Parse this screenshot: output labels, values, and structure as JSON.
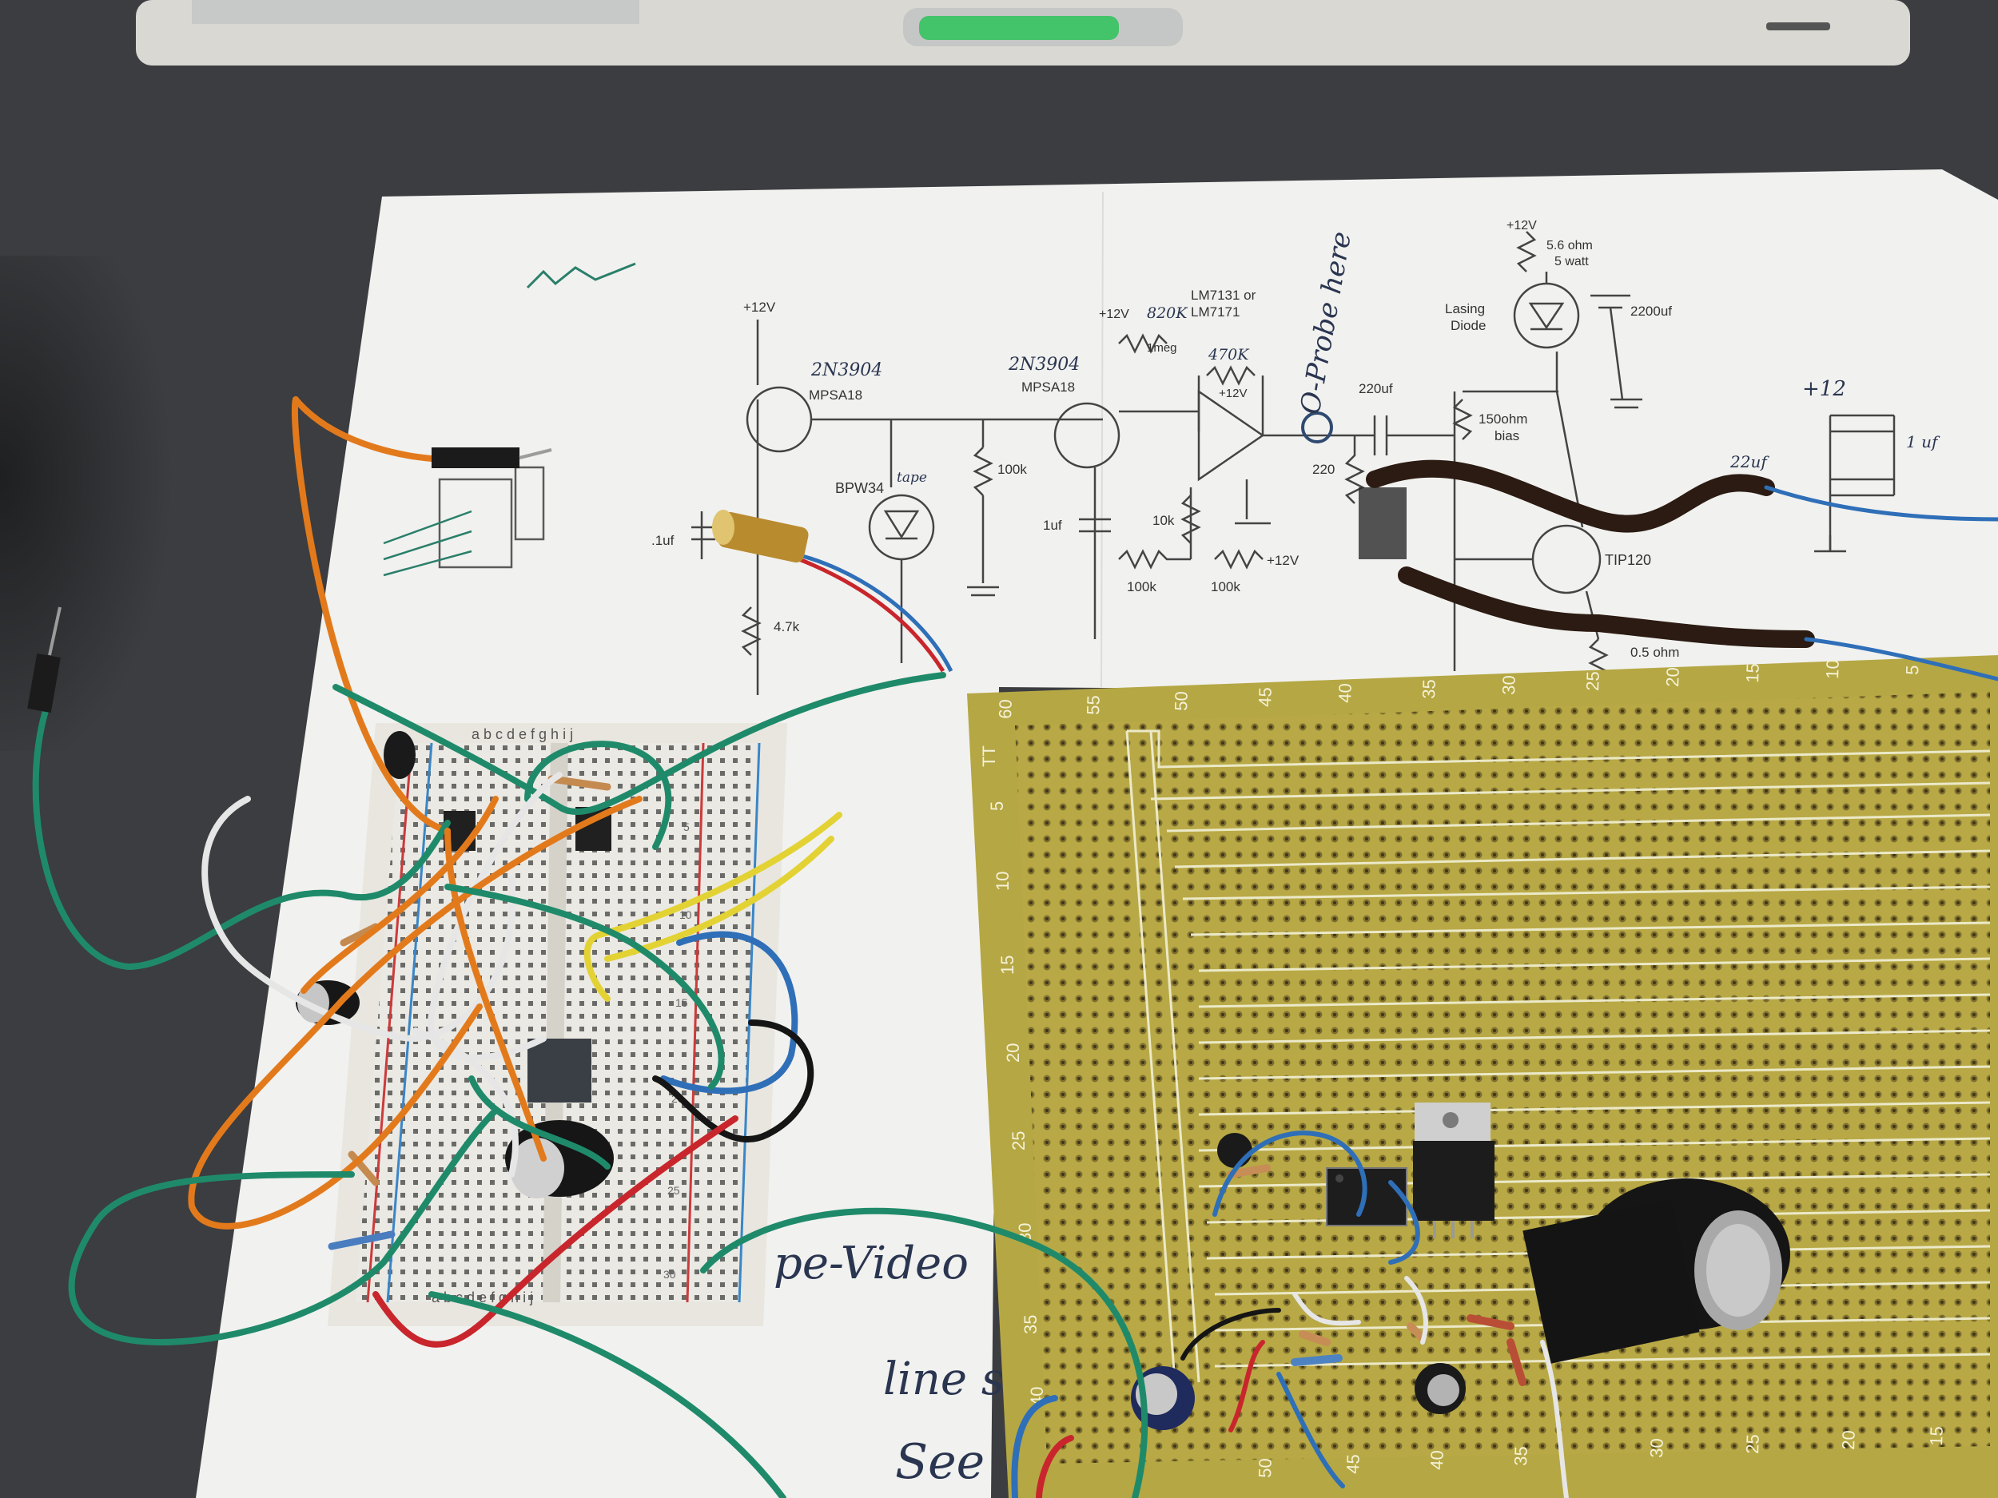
{
  "colors": {
    "table": "#3a3c3f",
    "paper": "#f2f2f0",
    "perfboard": "#b7a845",
    "breadboard": "#e9e7e1",
    "wire_green": "#1f8a6a",
    "wire_orange": "#e27a1c",
    "wire_yellow": "#e3d233",
    "wire_red": "#c8262c",
    "wire_blue": "#2f6fb8",
    "wire_white": "#e6e6e6",
    "wire_black": "#151515"
  },
  "schematic": {
    "labels": {
      "v12_a": "+12V",
      "q1_part": "2N3904",
      "q1_alt": "MPSA18",
      "photodiode": "BPW34",
      "r100k_a": "100k",
      "cap_1uf_a": ".1uf",
      "r4k7": "4.7k",
      "v12_b": "+12V",
      "r820k": "820K",
      "r1meg": "1meg",
      "q2_part": "2N3904",
      "q2_alt": "MPSA18",
      "cap_1uf_b": "1uf",
      "r10k": "10k",
      "r100k_b": "100k",
      "r100k_c": "100k",
      "v12_c": "+12V",
      "opamp_line1": "LM7131 or",
      "opamp_line2": "LM7171",
      "r470k": "470K",
      "opamp_supply": "+12V",
      "probe_note": "O-Probe here",
      "cap_220uf": "220uf",
      "r220": "220",
      "r150": "150ohm",
      "bias": "bias",
      "laser_line1": "Lasing",
      "laser_line2": "Diode",
      "v12_d": "+12V",
      "r56_line1": "5.6 ohm",
      "r56_line2": "5 watt",
      "cap_2200uf": "2200uf",
      "tip120": "TIP120",
      "r05": "0.5 ohm",
      "handnote_a": "+12",
      "handnote_b": "22uf",
      "handnote_c": "1 uf",
      "handnote_d": "tape",
      "bottom_note_a": "pe-Video",
      "bottom_note_b": "line s",
      "bottom_note_c": "See"
    }
  },
  "breadboard": {
    "top_letters": "a b c d e    f g h i j",
    "bottom_letters": "a b c d e    f g h i j",
    "row_numbers": [
      "5",
      "10",
      "15",
      "20",
      "25",
      "30"
    ]
  },
  "perfboard": {
    "top_numbers": [
      "60",
      "55",
      "50",
      "45",
      "40",
      "35",
      "30",
      "25",
      "20",
      "15",
      "10",
      "5"
    ],
    "side_numbers": [
      "5",
      "10",
      "15",
      "20",
      "25",
      "30",
      "35",
      "40"
    ],
    "bottom_numbers": [
      "50",
      "45",
      "40",
      "35",
      "30",
      "25",
      "20",
      "15"
    ],
    "corner_mark": "TT"
  }
}
